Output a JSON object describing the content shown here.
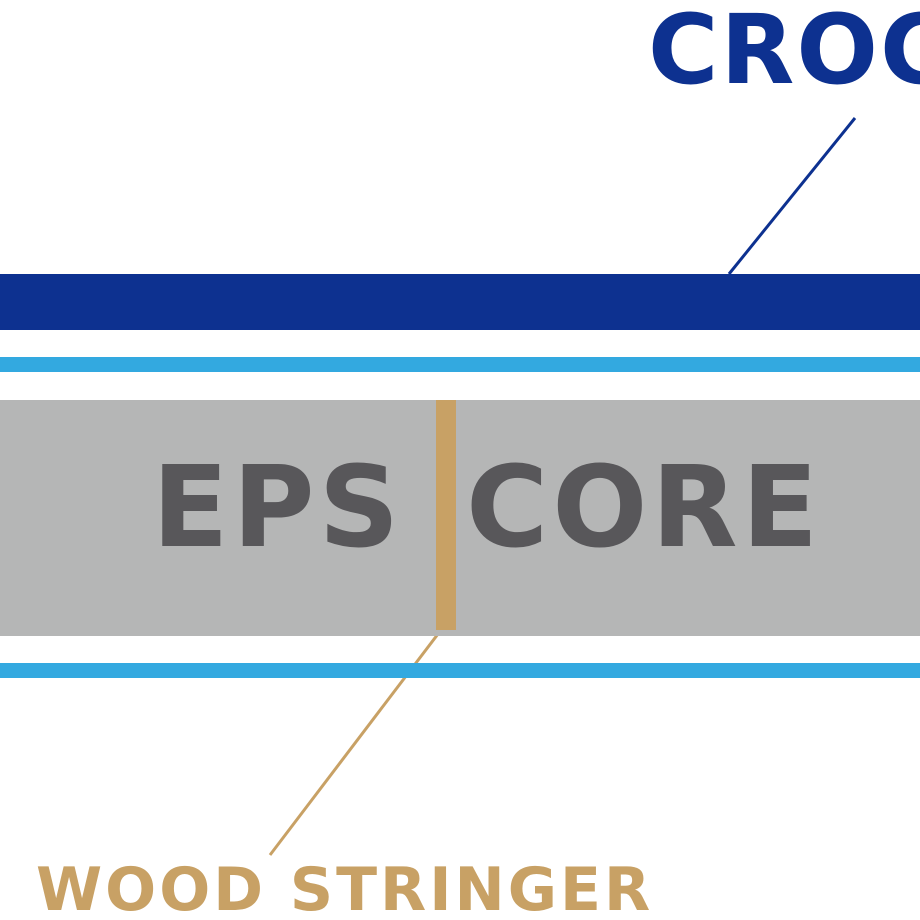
{
  "labels": {
    "top_label": "CROC",
    "core_left": "EPS",
    "core_right": "CORE",
    "bottom_label": "WOOD STRINGER"
  },
  "colors": {
    "navy": "#0d3190",
    "light_blue": "#33a9e0",
    "core_gray": "#b5b6b6",
    "core_text": "#58575a",
    "wood": "#c8a165",
    "background": "#ffffff"
  }
}
